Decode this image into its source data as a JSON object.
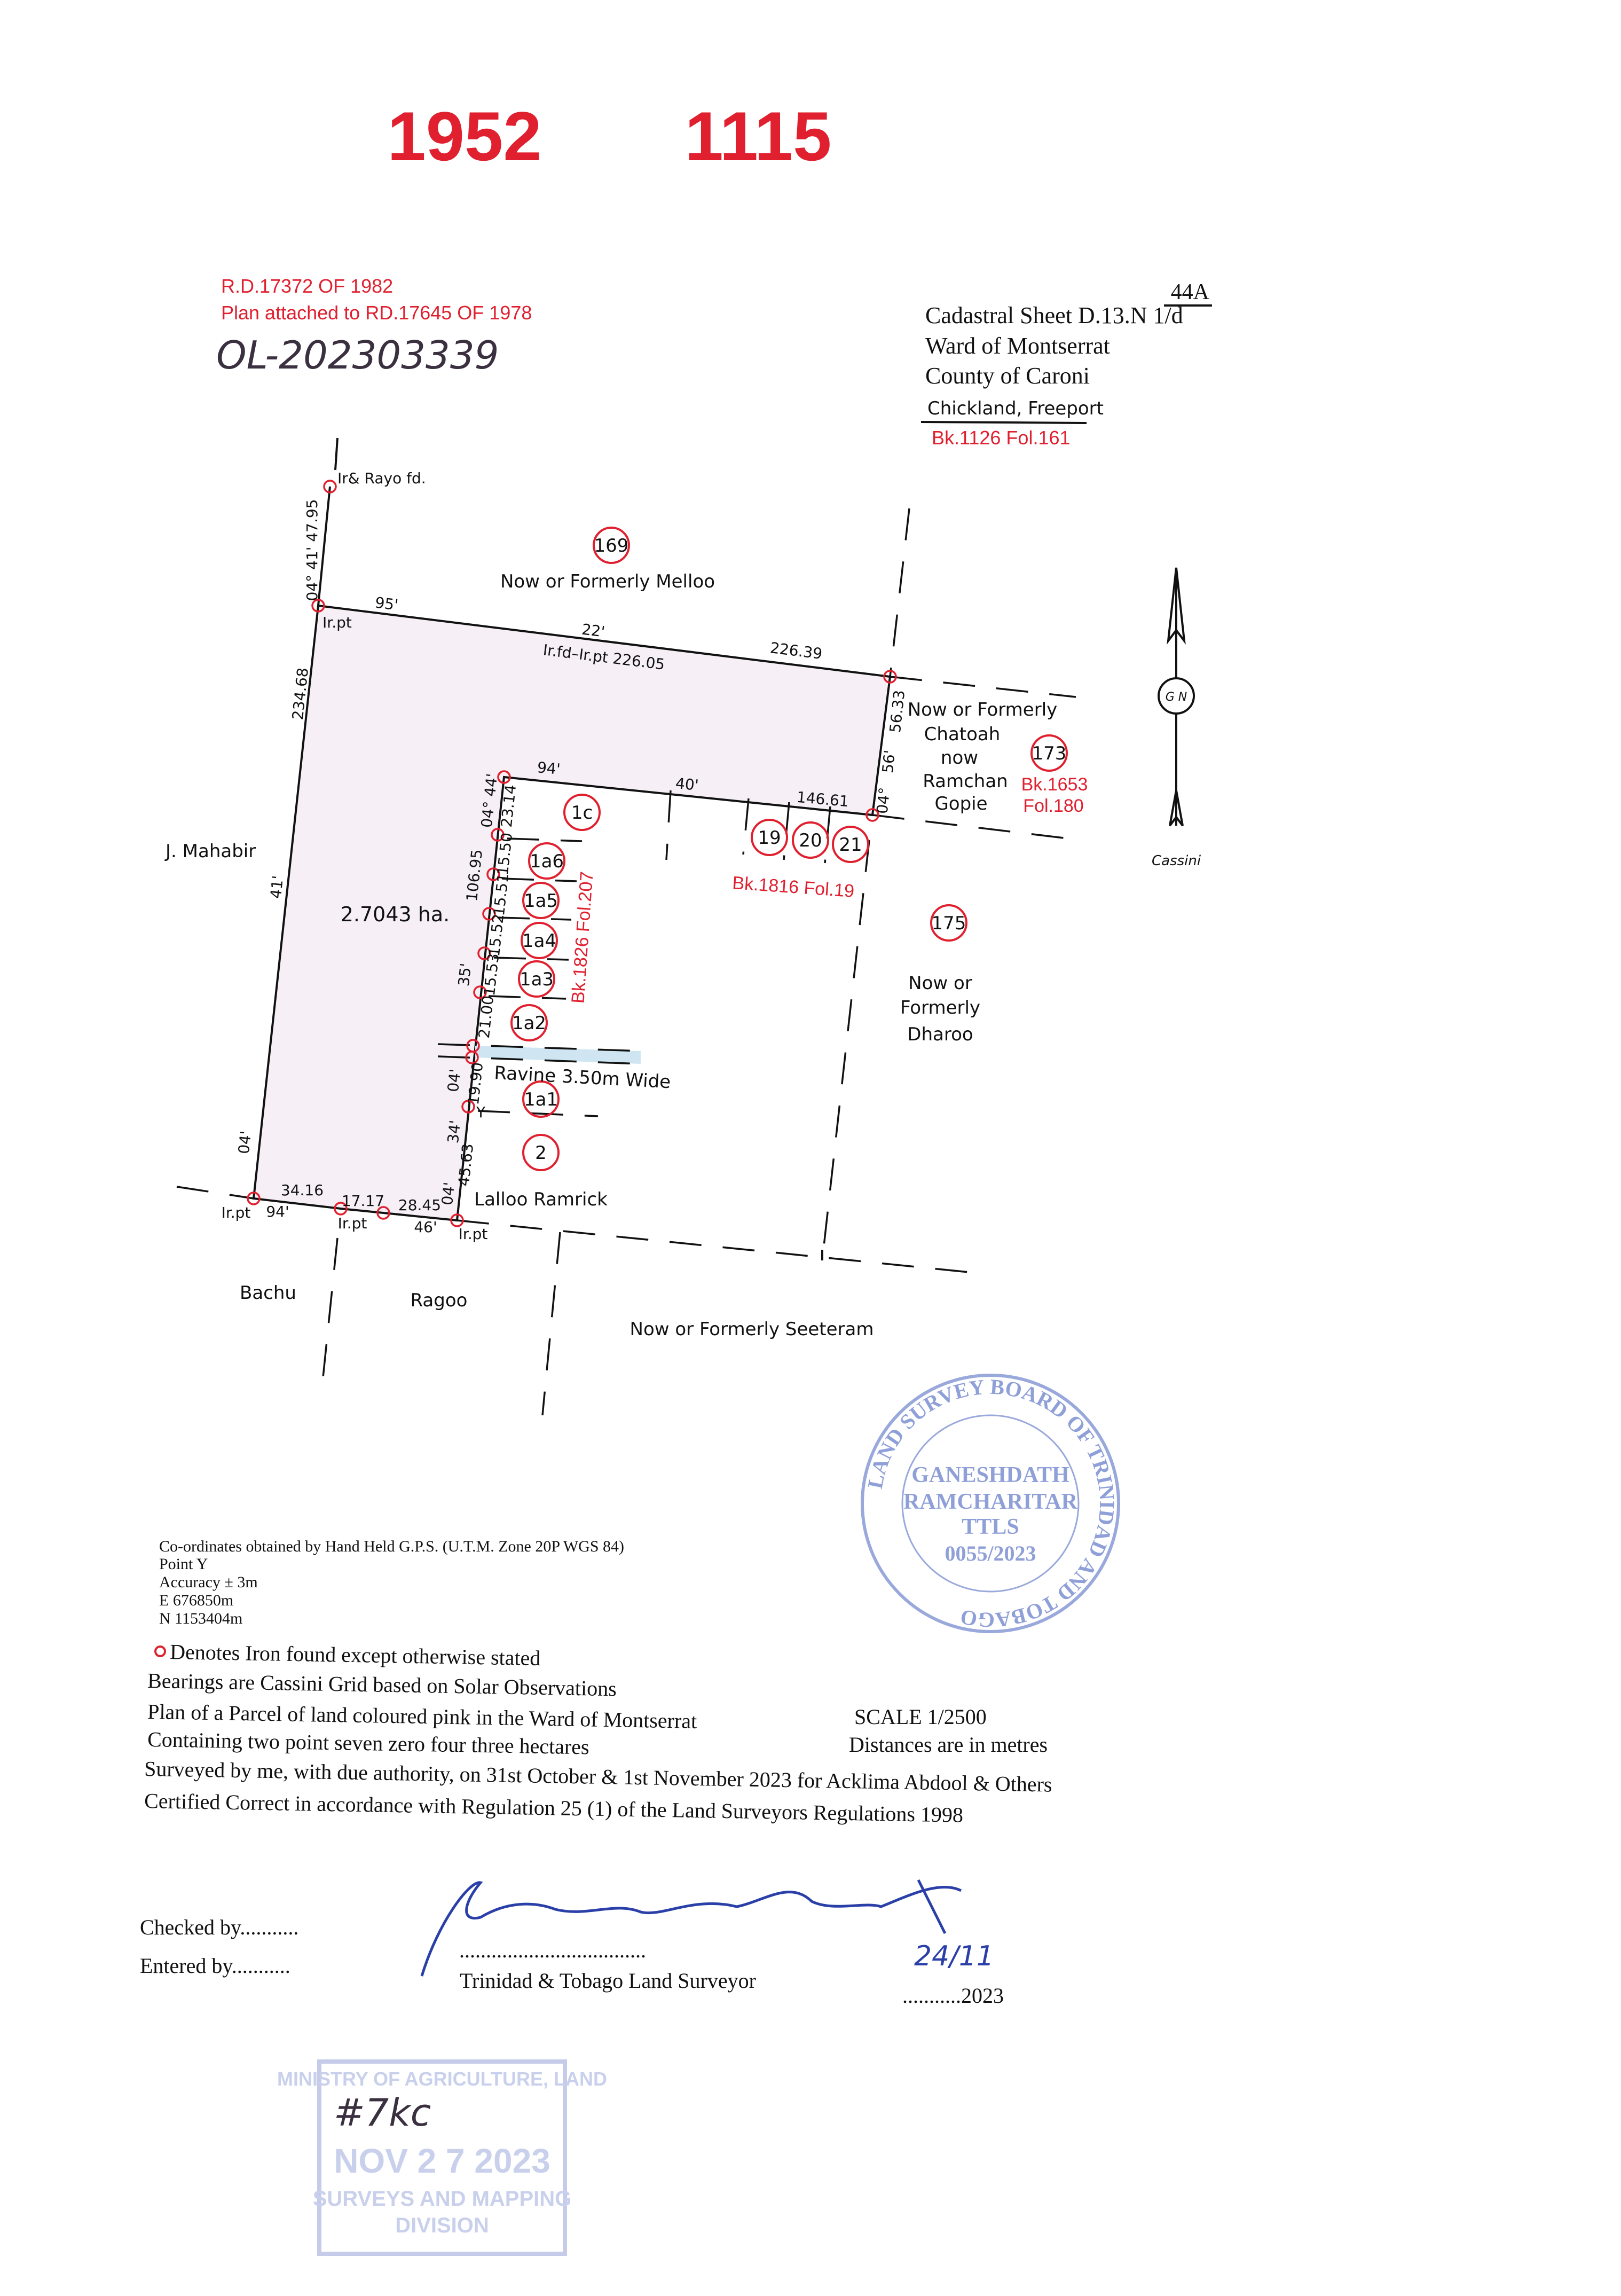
{
  "header": {
    "ref_left": "1952",
    "ref_right": "1115",
    "rd_line1": "R.D.17372 OF 1982",
    "rd_line2": "Plan attached to RD.17645 OF 1978",
    "handwritten_ref": "OL-202303339",
    "sheet_no": "44A",
    "cadastral_sheet": "Cadastral Sheet D.13.N 1/d",
    "ward": "Ward of Montserrat",
    "county": "County of Caroni",
    "locality": "Chickland, Freeport",
    "book_ref": "Bk.1126 Fol.161"
  },
  "plan": {
    "area": "2.7043 ha.",
    "north_marker": "Ir& Rayo fd.",
    "irpt": "Ir.pt",
    "dims": {
      "nw_bearing": "04° 41' 47.95",
      "west_len": "234.68",
      "west_bearing": "41'",
      "sw_bearing": "04'",
      "top_a": "95'",
      "top_b": "22'",
      "top_c": "Ir.fd–Ir.pt 226.05",
      "top_d": "226.39",
      "east_len": "56.33",
      "east_b1": "56'",
      "east_b2": "04°",
      "inner_top_a": "94'",
      "inner_top_b": "40'",
      "inner_top_c": "146.61",
      "inner_b1": "04° 44'",
      "d1": "23.14",
      "d_total": "106.95",
      "d2": "15.50",
      "d3": "15.51",
      "d4": "15.52",
      "d5": "15.53",
      "b35": "35'",
      "d6": "21.00",
      "d7": "19.90",
      "b04": "04'",
      "b34": "34'",
      "d8": "45.63",
      "b04b": "04'",
      "s1": "34.16",
      "s1b": "94'",
      "s2": "17.17",
      "s3": "28.45",
      "s3b": "46'"
    },
    "lots": [
      "169",
      "1c",
      "1a6",
      "1a5",
      "1a4",
      "1a3",
      "1a2",
      "1a1",
      "2",
      "19",
      "20",
      "21",
      "173",
      "175"
    ],
    "labels": {
      "melloo": "Now or Formerly Melloo",
      "mahabir": "J. Mahabir",
      "chatoah_1": "Now or Formerly",
      "chatoah_2": "Chatoah",
      "chatoah_3": "now",
      "chatoah_4": "Ramchan",
      "chatoah_5": "Gopie",
      "bk1653": "Bk.1653",
      "fol180": "Fol.180",
      "bk1816": "Bk.1816 Fol.19",
      "bk1826": "Bk.1826 Fol.207",
      "ravine": "Ravine 3.50m Wide",
      "ramrick": "Lalloo Ramrick",
      "dharoo_1": "Now or",
      "dharoo_2": "Formerly",
      "dharoo_3": "Dharoo",
      "bachu": "Bachu",
      "ragoo": "Ragoo",
      "seeteram": "Now or Formerly Seeteram",
      "yp": "Y"
    },
    "north": {
      "gn": "G N",
      "cassini": "Cassini"
    }
  },
  "seal": {
    "ring": "LAND SURVEY BOARD OF TRINIDAD AND TOBAGO",
    "name1": "GANESHDATH",
    "name2": "RAMCHARITAR",
    "title": "TTLS",
    "reg": "0055/2023"
  },
  "notes": {
    "gps": "Co-ordinates obtained by Hand Held G.P.S. (U.T.M. Zone 20P WGS 84)",
    "point": "Point Y",
    "accuracy": "Accuracy ± 3m",
    "easting": "E 676850m",
    "northing": "N 1153404m",
    "legend_iron": "Denotes Iron found except otherwise stated",
    "bearings": "Bearings are Cassini Grid based on Solar Observations",
    "plan_of": "Plan of a Parcel of land coloured pink in the Ward of Montserrat",
    "containing": "Containing two point seven zero four three hectares",
    "surveyed": "Surveyed by me, with due authority, on 31st October & 1st November 2023 for Acklima Abdool & Others",
    "certified": "Certified Correct in accordance with Regulation 25 (1) of the Land Surveyors Regulations 1998",
    "scale": "SCALE 1/2500",
    "distances": "Distances are in metres"
  },
  "signoff": {
    "checked": "Checked by...........",
    "entered": "Entered by...........",
    "signature": "Ganeshdath Ramcharitar",
    "dots": "...................................",
    "surveyor": "Trinidad & Tobago Land Surveyor",
    "date_hand": "24/11",
    "date_line": "...........2023"
  },
  "receipt_stamp": {
    "line1": "MINISTRY OF AGRICULTURE, LAND",
    "date": "NOV 2 7 2023",
    "line3": "SURVEYS AND MAPPING",
    "line4": "DIVISION",
    "handwritten": "#7kc"
  }
}
